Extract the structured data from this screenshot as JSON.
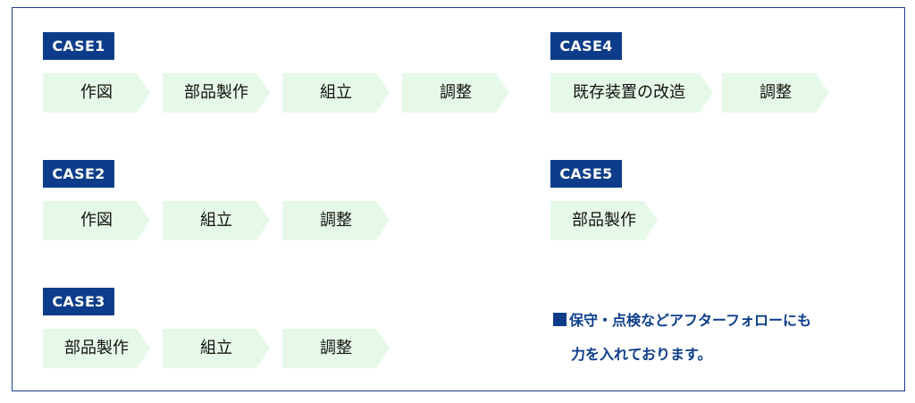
{
  "cases": [
    {
      "label": "CASE1",
      "steps": [
        "作図",
        "部品製作",
        "組立",
        "調整"
      ]
    },
    {
      "label": "CASE2",
      "steps": [
        "作図",
        "組立",
        "調整"
      ]
    },
    {
      "label": "CASE3",
      "steps": [
        "部品製作",
        "組立",
        "調整"
      ]
    },
    {
      "label": "CASE4",
      "steps": [
        "既存装置の改造",
        "調整"
      ]
    },
    {
      "label": "CASE5",
      "steps": [
        "部品製作"
      ]
    }
  ],
  "note": {
    "line1": "保守・点検などアフターフォローにも",
    "line2": "力を入れております。"
  },
  "colors": {
    "label_bg": "#0d3d8a",
    "step_bg": "#e6f9e8",
    "border": "#1d3d8f"
  }
}
